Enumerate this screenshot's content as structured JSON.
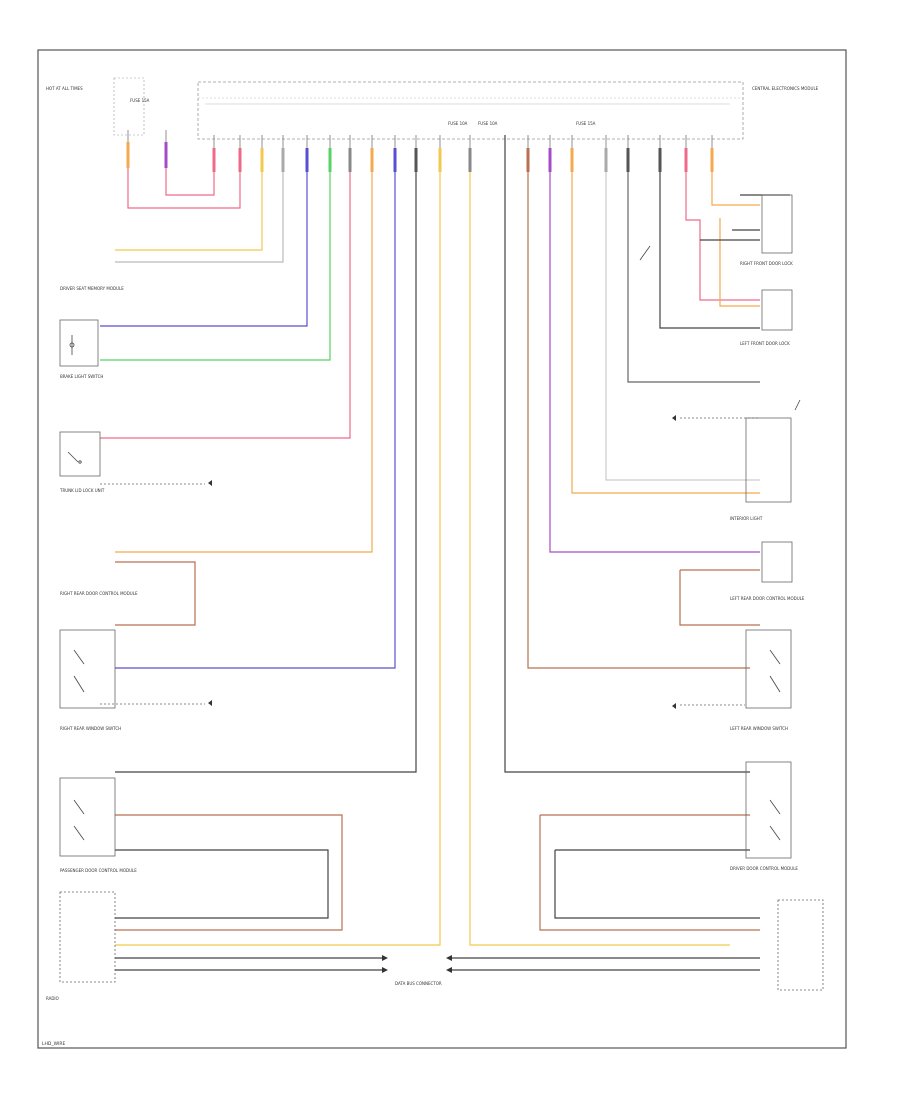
{
  "diagram": {
    "id": "LHD_WIRE",
    "wire_colors": {
      "yellow": "#f2c94c",
      "orange": "#f5a94e",
      "pink": "#ee6a8a",
      "purple": "#a64cc8",
      "violet_blue": "#5a4fd0",
      "green": "#56d364",
      "gray": "#888888",
      "dark": "#444444",
      "brown": "#b87050",
      "black": "#222222"
    },
    "labels": {
      "top_left_module": "HOT AT ALL TIMES",
      "central_module": "CENTRAL ELECTRONICS MODULE",
      "left_module": "DRIVER SEAT MEMORY MODULE",
      "brake_light": "BRAKE LIGHT SWITCH",
      "rear_lid": "TRUNK LID LOCK UNIT",
      "rr_door": "RIGHT REAR DOOR CONTROL MODULE",
      "lr_door": "LEFT REAR DOOR CONTROL MODULE",
      "rf_door": "RIGHT FRONT DOOR LOCK",
      "lf_door": "LEFT FRONT DOOR LOCK",
      "rf_window": "RIGHT REAR WINDOW SWITCH",
      "lf_window": "LEFT REAR WINDOW SWITCH",
      "pass_door": "PASSENGER DOOR CONTROL MODULE",
      "drv_door": "DRIVER DOOR CONTROL MODULE",
      "radio": "RADIO",
      "interior_light": "INTERIOR LIGHT",
      "connector_center": "DATA BUS CONNECTOR",
      "fuse_left": "FUSE 15A",
      "fuse_center_1": "FUSE 10A",
      "fuse_center_2": "FUSE 10A",
      "fuse_right": "FUSE 15A"
    }
  }
}
